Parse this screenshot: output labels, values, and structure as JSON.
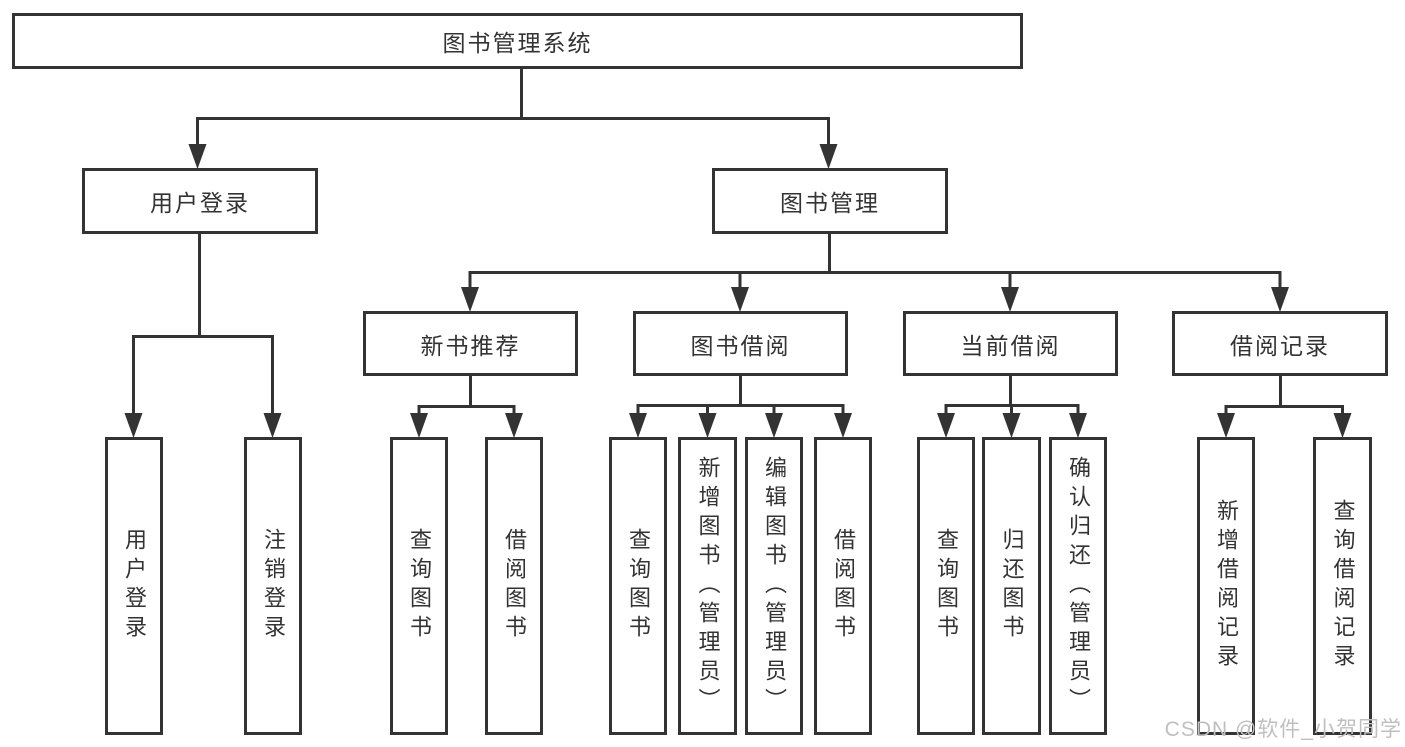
{
  "title": "图书管理系统",
  "colors": {
    "line": "#333333",
    "box_border": "#333333",
    "text": "#333333",
    "background": "#ffffff",
    "watermark": "#bfbfbf"
  },
  "watermark": "CSDN @软件_小贺同学",
  "nodes": {
    "root": "图书管理系统",
    "l2_user_login": "用户登录",
    "l2_book_management": "图书管理",
    "l3_new_book_recommend": "新书推荐",
    "l3_book_borrow": "图书借阅",
    "l3_current_borrow": "当前借阅",
    "l3_borrow_records": "借阅记录",
    "leaf_user_login": "用户登录",
    "leaf_logout": "注销登录",
    "leaf_nb_query_books": "查询图书",
    "leaf_nb_borrow_books": "借阅图书",
    "leaf_bb_query_books": "查询图书",
    "leaf_bb_add_books_admin": "新增图书（管理员）",
    "leaf_bb_edit_books_admin": "编辑图书（管理员）",
    "leaf_bb_borrow_books": "借阅图书",
    "leaf_cb_query_books": "查询图书",
    "leaf_cb_return_books": "归还图书",
    "leaf_cb_confirm_return_admin": "确认归还（管理员）",
    "leaf_br_add_record": "新增借阅记录",
    "leaf_br_query_record": "查询借阅记录"
  },
  "structure": {
    "图书管理系统": {
      "用户登录": [
        "用户登录",
        "注销登录"
      ],
      "图书管理": {
        "新书推荐": [
          "查询图书",
          "借阅图书"
        ],
        "图书借阅": [
          "查询图书",
          "新增图书（管理员）",
          "编辑图书（管理员）",
          "借阅图书"
        ],
        "当前借阅": [
          "查询图书",
          "归还图书",
          "确认归还（管理员）"
        ],
        "借阅记录": [
          "新增借阅记录",
          "查询借阅记录"
        ]
      }
    }
  }
}
